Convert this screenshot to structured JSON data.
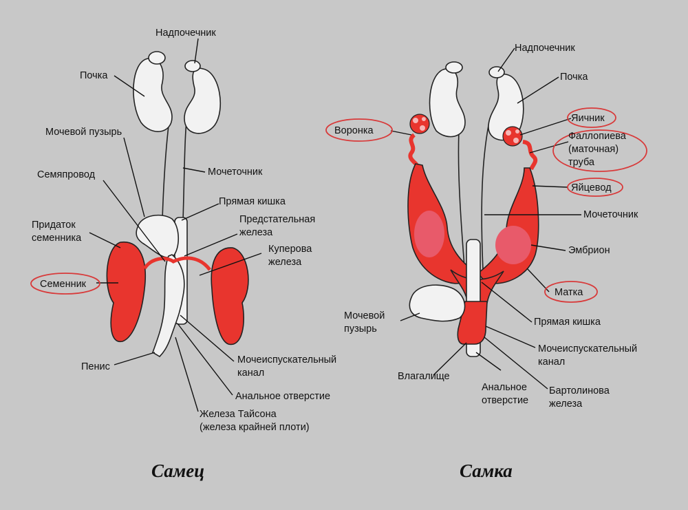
{
  "male": {
    "caption": "Самец",
    "labels": {
      "adrenal": "Надпочечник",
      "kidney": "Почка",
      "bladder": "Мочевой пузырь",
      "ureter": "Мочеточник",
      "vas_deferens": "Семяпровод",
      "rectum": "Прямая кишка",
      "epididymis_1": "Придаток",
      "epididymis_2": "семенника",
      "prostate_1": "Предстательная",
      "prostate_2": "железа",
      "cowper_1": "Куперова",
      "cowper_2": "железа",
      "testis": "Семенник",
      "penis": "Пенис",
      "urethra_1": "Мочеиспускательный",
      "urethra_2": "канал",
      "anus": "Анальное отверстие",
      "tyson_1": "Железа Тайсона",
      "tyson_2": "(железа крайней плоти)"
    }
  },
  "female": {
    "caption": "Самка",
    "labels": {
      "adrenal": "Надпочечник",
      "kidney": "Почка",
      "infundibulum": "Воронка",
      "ovary": "Яичник",
      "fallopian_1": "Фаллопиева",
      "fallopian_2": "(маточная)",
      "fallopian_3": "труба",
      "oviduct": "Яйцевод",
      "ureter": "Мочеточник",
      "embryo": "Эмбрион",
      "uterus": "Матка",
      "bladder_1": "Мочевой",
      "bladder_2": "пузырь",
      "rectum": "Прямая кишка",
      "urethra_1": "Мочеиспускательный",
      "urethra_2": "канал",
      "vagina": "Влагалище",
      "anus_1": "Анальное",
      "anus_2": "отверстие",
      "bartholin_1": "Бартолинова",
      "bartholin_2": "железа"
    }
  },
  "colors": {
    "background": "#c8c8c8",
    "organ_red": "#e8352e",
    "embryo_pink": "#e85a6a",
    "organ_white": "#f2f2f2",
    "highlight_ring": "#d83a3a"
  }
}
